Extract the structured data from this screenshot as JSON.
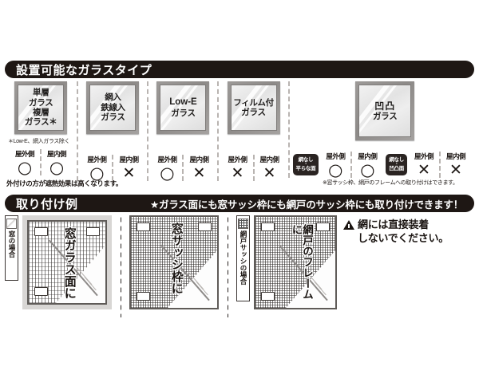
{
  "sections": {
    "glass": {
      "title": "設置可能なガラスタイプ",
      "note_outer": "外付けの方が遮熱効果は高くなります。",
      "note_right": "※窓サッシ枠、網戸のフレームへの取り付けはできます。",
      "items": [
        {
          "name": "単層ガラス / 複層ガラス",
          "lines": [
            "単層",
            "ガラス",
            "複層",
            "ガラス＊"
          ],
          "footnote": "＊Low-E、網入ガラス除く",
          "marks": [
            {
              "label": "屋外側",
              "symbol": "○"
            },
            {
              "label": "屋内側",
              "symbol": "○"
            }
          ]
        },
        {
          "name": "網入鉄線入ガラス",
          "lines": [
            "網入",
            "鉄線入",
            "ガラス"
          ],
          "footnote": "",
          "marks": [
            {
              "label": "屋外側",
              "symbol": "○"
            },
            {
              "label": "屋内側",
              "symbol": "✕"
            }
          ]
        },
        {
          "name": "Low-Eガラス",
          "lines": [
            "Low-E",
            "ガラス"
          ],
          "footnote": "",
          "marks": [
            {
              "label": "屋外側",
              "symbol": "○"
            },
            {
              "label": "屋内側",
              "symbol": "✕"
            }
          ]
        },
        {
          "name": "フィルム付ガラス",
          "lines": [
            "フィルム付",
            "ガラス"
          ],
          "footnote": "",
          "marks": [
            {
              "label": "屋外側",
              "symbol": "✕"
            },
            {
              "label": "屋内側",
              "symbol": "✕"
            }
          ]
        },
        {
          "name": "凹凸ガラス",
          "lines": [
            "凹凸",
            "ガラス"
          ],
          "footnote": "",
          "badge_groups": [
            {
              "badge_top": "網なし",
              "badge_bottom": "平らな面",
              "marks": [
                {
                  "label": "屋外側",
                  "symbol": "○"
                },
                {
                  "label": "屋内側",
                  "symbol": "○"
                }
              ]
            },
            {
              "badge_top": "網なし",
              "badge_bottom": "凹凸面",
              "marks": [
                {
                  "label": "屋外側",
                  "symbol": "✕"
                },
                {
                  "label": "屋内側",
                  "symbol": "✕"
                }
              ]
            }
          ]
        }
      ]
    },
    "install": {
      "title": "取り付け例",
      "banner": "★ガラス面にも窓サッシ枠にも網戸のサッシ枠にも取り付けできます！",
      "examples": [
        {
          "tag": "窓の場合",
          "label": "窓ガラス面に"
        },
        {
          "tag": "",
          "label": "窓サッシ枠に"
        },
        {
          "tag": "網戸サッシの場合",
          "label": "網戸のフレームに"
        }
      ],
      "warning_line1": "網には直接装着",
      "warning_line2": "しないでください。"
    }
  },
  "colors": {
    "bar_bg": "#1e1714",
    "bar_text": "#ffffff",
    "page_bg": "#ffffff",
    "ink": "#1b1512",
    "frame_gray": "#8d8a88",
    "dashed": "#b9b4b1"
  }
}
